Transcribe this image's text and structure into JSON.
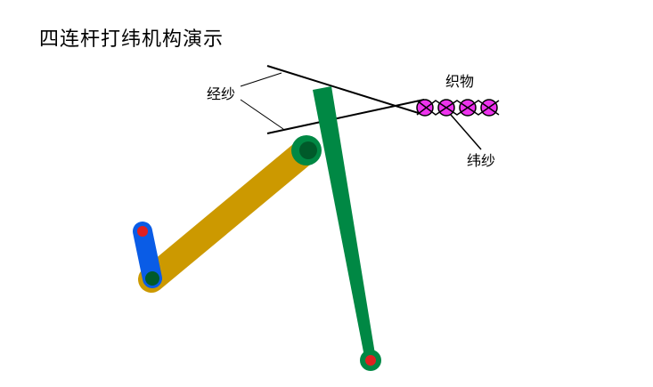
{
  "title": "四连杆打纬机构演示",
  "labels": {
    "warp": "经纱",
    "fabric": "织物",
    "weft": "纬纱"
  },
  "colors": {
    "crank": "#0a5ce6",
    "coupler": "#cc9900",
    "rocker": "#008844",
    "pivot": "#e02020",
    "joint": "#005a2a",
    "weft_yarn": "#ee33ee",
    "line": "#000000"
  }
}
